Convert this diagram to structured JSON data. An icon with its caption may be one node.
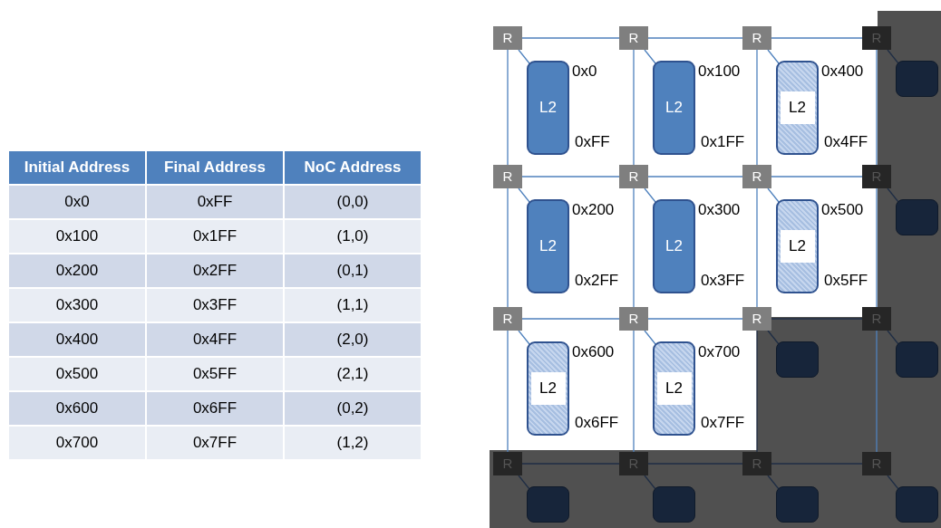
{
  "diagram": {
    "nodes": [
      {
        "text": [
          "R"
        ]
      },
      {
        "text": [
          "R"
        ]
      },
      {
        "text": [
          "R"
        ]
      },
      {
        "text": [
          "R"
        ]
      },
      {
        "text": [
          "L2"
        ],
        "beside": [
          "0x0",
          "0xFF"
        ]
      },
      {
        "text": [
          "L2"
        ],
        "beside": [
          "0x100",
          "0x1FF"
        ]
      },
      {
        "text": [
          "L2"
        ],
        "beside": [
          "0x400",
          "0x4FF"
        ]
      },
      {
        "text": [],
        "shape": "box"
      },
      {
        "text": [
          "R"
        ]
      },
      {
        "text": [
          "R"
        ]
      },
      {
        "text": [
          "R"
        ]
      },
      {
        "text": [
          "R"
        ]
      },
      {
        "text": [
          "L2"
        ],
        "beside": [
          "0x200",
          "0x2FF"
        ]
      },
      {
        "text": [
          "L2"
        ],
        "beside": [
          "0x300",
          "0x3FF"
        ]
      },
      {
        "text": [
          "L2"
        ],
        "beside": [
          "0x500",
          "0x5FF"
        ]
      },
      {
        "text": [],
        "shape": "box"
      },
      {
        "text": [
          "R"
        ]
      },
      {
        "text": [
          "R"
        ]
      },
      {
        "text": [
          "R"
        ]
      },
      {
        "text": [
          "R"
        ]
      },
      {
        "text": [
          "L2"
        ],
        "beside": [
          "0x600",
          "0x6FF"
        ]
      },
      {
        "text": [
          "L2"
        ],
        "beside": [
          "0x700",
          "0x7FF"
        ]
      },
      {
        "text": [],
        "shape": "box"
      },
      {
        "text": [],
        "shape": "box"
      },
      {
        "text": [
          "R"
        ]
      },
      {
        "text": [
          "R"
        ]
      },
      {
        "text": [
          "R"
        ]
      },
      {
        "text": [
          "R"
        ]
      },
      {
        "text": [],
        "shape": "box"
      },
      {
        "text": [],
        "shape": "box"
      },
      {
        "text": [],
        "shape": "box"
      },
      {
        "text": [],
        "shape": "box"
      }
    ],
    "edges": [
      {
        "from": 0,
        "to": 1,
        "arrow": "none"
      },
      {
        "from": 1,
        "to": 2,
        "arrow": "none"
      },
      {
        "from": 2,
        "to": 3,
        "arrow": "none"
      },
      {
        "from": 0,
        "to": 4,
        "arrow": "none"
      },
      {
        "from": 1,
        "to": 5,
        "arrow": "none"
      },
      {
        "from": 2,
        "to": 6,
        "arrow": "none"
      },
      {
        "from": 3,
        "to": 7,
        "arrow": "none",
        "color": "#1f2d44"
      },
      {
        "from": 0,
        "to": 8,
        "arrow": "none"
      },
      {
        "from": 1,
        "to": 9,
        "arrow": "none"
      },
      {
        "from": 2,
        "to": 10,
        "arrow": "none"
      },
      {
        "from": 3,
        "to": 11,
        "arrow": "none"
      },
      {
        "from": 8,
        "to": 9,
        "arrow": "none"
      },
      {
        "from": 9,
        "to": 10,
        "arrow": "none"
      },
      {
        "from": 10,
        "to": 11,
        "arrow": "none"
      },
      {
        "from": 8,
        "to": 12,
        "arrow": "none"
      },
      {
        "from": 9,
        "to": 13,
        "arrow": "none"
      },
      {
        "from": 10,
        "to": 14,
        "arrow": "none"
      },
      {
        "from": 11,
        "to": 15,
        "arrow": "none",
        "color": "#1f2d44"
      },
      {
        "from": 8,
        "to": 16,
        "arrow": "none"
      },
      {
        "from": 9,
        "to": 17,
        "arrow": "none"
      },
      {
        "from": 10,
        "to": 18,
        "arrow": "none"
      },
      {
        "from": 11,
        "to": 19,
        "arrow": "none"
      },
      {
        "from": 16,
        "to": 17,
        "arrow": "none"
      },
      {
        "from": 17,
        "to": 18,
        "arrow": "none"
      },
      {
        "from": 18,
        "to": 19,
        "arrow": "none",
        "color": "#1f2d44"
      },
      {
        "from": 16,
        "to": 20,
        "arrow": "none"
      },
      {
        "from": 17,
        "to": 21,
        "arrow": "none"
      },
      {
        "from": 18,
        "to": 22,
        "arrow": "none",
        "color": "#1f2d44"
      },
      {
        "from": 19,
        "to": 23,
        "arrow": "none",
        "color": "#1f2d44"
      },
      {
        "from": 16,
        "to": 24,
        "arrow": "none"
      },
      {
        "from": 17,
        "to": 25,
        "arrow": "none"
      },
      {
        "from": 18,
        "to": 26,
        "arrow": "none",
        "color": "#1f2d44"
      },
      {
        "from": 19,
        "to": 27,
        "arrow": "none"
      },
      {
        "from": 24,
        "to": 25,
        "arrow": "none",
        "color": "#1f2d44"
      },
      {
        "from": 25,
        "to": 26,
        "arrow": "none",
        "color": "#1f2d44"
      },
      {
        "from": 26,
        "to": 27,
        "arrow": "none",
        "color": "#1f2d44"
      },
      {
        "from": 24,
        "to": 28,
        "arrow": "none",
        "color": "#1f2d44"
      },
      {
        "from": 25,
        "to": 29,
        "arrow": "none",
        "color": "#1f2d44"
      },
      {
        "from": 26,
        "to": 30,
        "arrow": "none",
        "color": "#1f2d44"
      },
      {
        "from": 27,
        "to": 31,
        "arrow": "none",
        "color": "#1f2d44"
      }
    ],
    "labels": [
      "Initial Address",
      "Final Address",
      "NoC Address",
      "0x0",
      "0xFF",
      "(0,0)",
      "0x100",
      "0x1FF",
      "(1,0)",
      "0x200",
      "0x2FF",
      "(0,1)",
      "0x300",
      "0x3FF",
      "(1,1)",
      "0x400",
      "0x4FF",
      "(2,0)",
      "0x500",
      "0x5FF",
      "(2,1)",
      "0x600",
      "0x6FF",
      "(0,2)",
      "0x700",
      "0x7FF",
      "(1,2)"
    ]
  }
}
